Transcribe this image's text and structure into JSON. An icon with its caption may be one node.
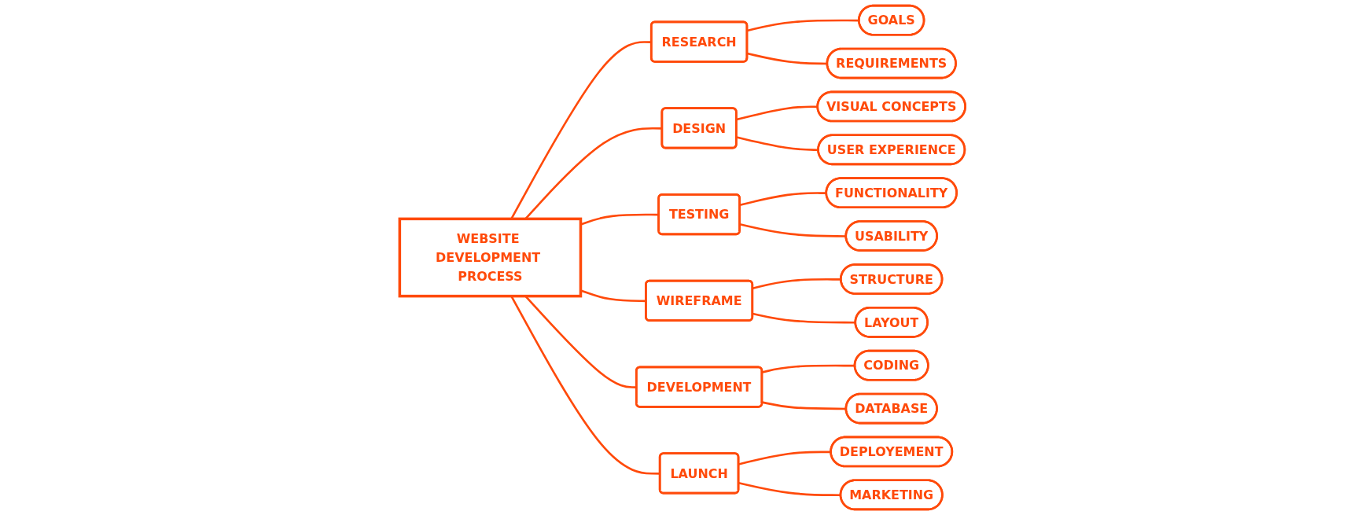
{
  "diagram": {
    "nodes": [
      {
        "text": [
          "WEBSITE DEVELOPMENT PROCESS"
        ]
      },
      {
        "text": [
          "RESEARCH"
        ]
      },
      {
        "text": [
          "GOALS"
        ]
      },
      {
        "text": [
          "REQUIREMENTS"
        ]
      },
      {
        "text": [
          "DESIGN"
        ]
      },
      {
        "text": [
          "VISUAL CONCEPTS"
        ]
      },
      {
        "text": [
          "USER EXPERIENCE"
        ]
      },
      {
        "text": [
          "TESTING"
        ]
      },
      {
        "text": [
          "FUNCTIONALITY"
        ]
      },
      {
        "text": [
          "USABILITY"
        ]
      },
      {
        "text": [
          "WIREFRAME"
        ]
      },
      {
        "text": [
          "STRUCTURE"
        ]
      },
      {
        "text": [
          "LAYOUT"
        ]
      },
      {
        "text": [
          "DEVELOPMENT"
        ]
      },
      {
        "text": [
          "CODING"
        ]
      },
      {
        "text": [
          "DATABASE"
        ]
      },
      {
        "text": [
          "LAUNCH"
        ]
      },
      {
        "text": [
          "DEPLOYEMENT"
        ]
      },
      {
        "text": [
          "MARKETING"
        ]
      }
    ],
    "edges": [
      {
        "from": 0,
        "to": 1,
        "arrow": "none"
      },
      {
        "from": 1,
        "to": 2,
        "arrow": "none"
      },
      {
        "from": 1,
        "to": 3,
        "arrow": "none"
      },
      {
        "from": 0,
        "to": 4,
        "arrow": "none"
      },
      {
        "from": 4,
        "to": 5,
        "arrow": "none"
      },
      {
        "from": 4,
        "to": 6,
        "arrow": "none"
      },
      {
        "from": 0,
        "to": 7,
        "arrow": "none"
      },
      {
        "from": 7,
        "to": 8,
        "arrow": "none"
      },
      {
        "from": 7,
        "to": 9,
        "arrow": "none"
      },
      {
        "from": 0,
        "to": 10,
        "arrow": "none"
      },
      {
        "from": 10,
        "to": 11,
        "arrow": "none"
      },
      {
        "from": 10,
        "to": 12,
        "arrow": "none"
      },
      {
        "from": 0,
        "to": 13,
        "arrow": "none"
      },
      {
        "from": 13,
        "to": 14,
        "arrow": "none"
      },
      {
        "from": 13,
        "to": 15,
        "arrow": "none"
      },
      {
        "from": 0,
        "to": 16,
        "arrow": "none"
      },
      {
        "from": 16,
        "to": 17,
        "arrow": "none"
      },
      {
        "from": 16,
        "to": 18,
        "arrow": "none"
      }
    ]
  }
}
